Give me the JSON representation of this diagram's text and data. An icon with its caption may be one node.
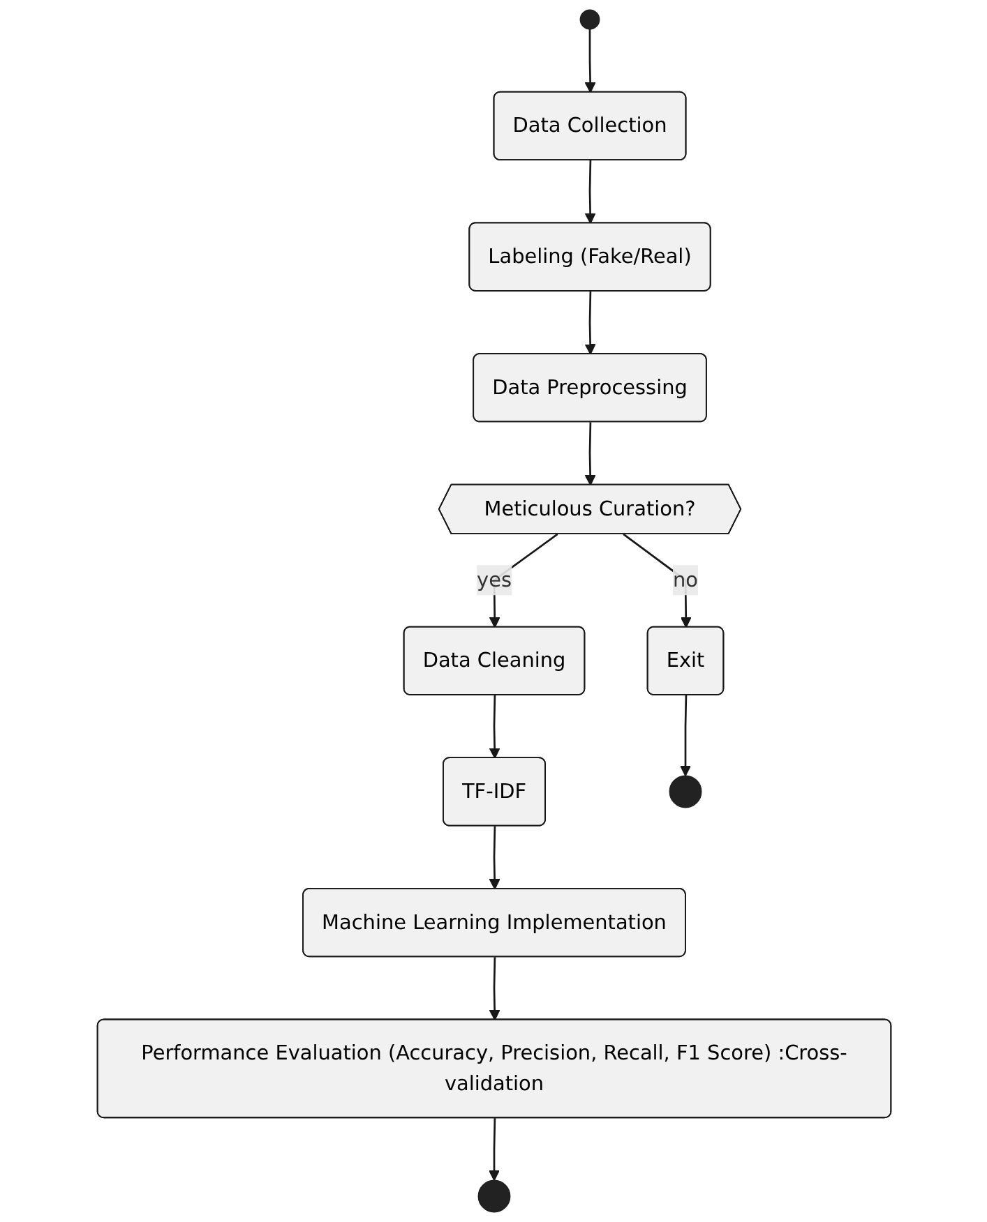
{
  "diagram": {
    "nodes": [
      {
        "text": [],
        "shape": "circle"
      },
      {
        "text": [
          "Data Collection"
        ]
      },
      {
        "text": [
          "Labeling (Fake/Real)"
        ]
      },
      {
        "text": [
          "Data Preprocessing"
        ]
      },
      {
        "text": [
          "Meticulous Curation?"
        ]
      },
      {
        "text": [
          "Data Cleaning"
        ]
      },
      {
        "text": [
          "Exit"
        ]
      },
      {
        "text": [
          "TF-IDF"
        ]
      },
      {
        "text": [],
        "shape": "circle"
      },
      {
        "text": [
          "Machine Learning Implementation"
        ]
      },
      {
        "text": [
          "Performance Evaluation (Accuracy, Precision, Recall, F1 Score) :Cross-validation"
        ]
      },
      {
        "text": [],
        "shape": "circle"
      }
    ],
    "edges": [
      {
        "from": 0,
        "to": 1,
        "arrow": "to"
      },
      {
        "from": 1,
        "to": 2,
        "arrow": "to"
      },
      {
        "from": 2,
        "to": 3,
        "arrow": "to"
      },
      {
        "from": 3,
        "to": 4,
        "arrow": "to"
      },
      {
        "from": 4,
        "to": 5,
        "arrow": "to",
        "label": "yes"
      },
      {
        "from": 4,
        "to": 6,
        "arrow": "to",
        "label": "no"
      },
      {
        "from": 6,
        "to": 8,
        "arrow": "to"
      },
      {
        "from": 5,
        "to": 7,
        "arrow": "to"
      },
      {
        "from": 7,
        "to": 9,
        "arrow": "to"
      },
      {
        "from": 9,
        "to": 10,
        "arrow": "to"
      },
      {
        "from": 10,
        "to": 11,
        "arrow": "to"
      }
    ]
  }
}
